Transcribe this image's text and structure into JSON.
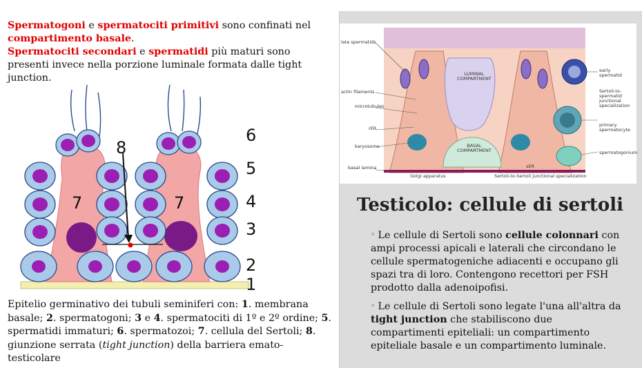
{
  "intro": {
    "p1": [
      {
        "text": "Spermatogoni",
        "style": "red"
      },
      {
        "text": " e ",
        "style": "plain"
      },
      {
        "text": "spermatociti primitivi",
        "style": "red"
      },
      {
        "text": " sono confinati nel ",
        "style": "plain"
      },
      {
        "text": "compartimento basale",
        "style": "red"
      },
      {
        "text": ".",
        "style": "plain"
      }
    ],
    "p2": [
      {
        "text": "Spermatociti secondari",
        "style": "red"
      },
      {
        "text": " e ",
        "style": "plain"
      },
      {
        "text": "spermatidi",
        "style": "red"
      },
      {
        "text": " più maturi sono presenti invece nella porzione luminale formata dalle tight junction.",
        "style": "plain"
      }
    ]
  },
  "diagram": {
    "labels": {
      "n1": "1",
      "n2": "2",
      "n3": "3",
      "n4": "4",
      "n5": "5",
      "n6": "6",
      "n7a": "7",
      "n7b": "7",
      "n8": "8"
    }
  },
  "caption": [
    {
      "text": "Epitelio germinativo dei tubuli seminiferi con: ",
      "style": "plain"
    },
    {
      "text": "1",
      "style": "bold"
    },
    {
      "text": ". membrana basale; ",
      "style": "plain"
    },
    {
      "text": "2",
      "style": "bold"
    },
    {
      "text": ". spermatogoni; ",
      "style": "plain"
    },
    {
      "text": "3",
      "style": "bold"
    },
    {
      "text": " e ",
      "style": "plain"
    },
    {
      "text": "4",
      "style": "bold"
    },
    {
      "text": ". spermatociti di 1º e 2º ordine; ",
      "style": "plain"
    },
    {
      "text": "5",
      "style": "bold"
    },
    {
      "text": ". spermatidi immaturi; ",
      "style": "plain"
    },
    {
      "text": "6",
      "style": "bold"
    },
    {
      "text": ". spermatozoi; ",
      "style": "plain"
    },
    {
      "text": "7",
      "style": "bold"
    },
    {
      "text": ". cellula del Sertoli; ",
      "style": "plain"
    },
    {
      "text": "8",
      "style": "bold"
    },
    {
      "text": ". giunzione serrata (",
      "style": "plain"
    },
    {
      "text": "tight junction",
      "style": "italic"
    },
    {
      "text": ") della barriera emato-testicolare",
      "style": "plain"
    }
  ],
  "photo": {
    "labels": {
      "late_spermatids": "late spermatids",
      "actin_filaments": "actin filaments",
      "microtubules": "microtubules",
      "rer": "rER",
      "karyosome": "karyosome",
      "basal_lamina": "basal lamina",
      "golgi": "Golgi apparatus",
      "luminal": "LUMINAL\nCOMPARTMENT",
      "basal": "BASAL\nCOMPARTMENT",
      "ser": "sER",
      "junctional": "Sertoli-to-Sertoli junctional specialization",
      "early_spermatid": "early\nspermatid",
      "sertoli_spermatid": "Sertoli-to-spermatid\njunctional\nspecialization",
      "primary_spermatocyte": "primary\nspermatocyte",
      "spermatogonium": "spermatogonium"
    }
  },
  "title": "Testicolo: cellule di sertoli",
  "bullets": [
    {
      "mark": "◦",
      "parts": [
        {
          "text": "Le cellule di Sertoli sono ",
          "style": "plain"
        },
        {
          "text": "cellule colonnari",
          "style": "bold"
        },
        {
          "text": " con ampi processi apicali e laterali che circondano le cellule spermatogeniche adiacenti e occupano gli spazi tra di loro. Contengono recettori per FSH prodotto dalla adenoipofisi.",
          "style": "plain"
        }
      ]
    },
    {
      "mark": "◦",
      "parts": [
        {
          "text": "Le cellule di Sertoli sono legate l'una all'altra da ",
          "style": "plain"
        },
        {
          "text": "tight junction",
          "style": "bold"
        },
        {
          "text": " che stabiliscono due compartimenti epiteliali: un compartimento epiteliale basale e un compartimento luminale.",
          "style": "plain"
        }
      ]
    }
  ],
  "colors": {
    "highlight": "#e00000",
    "sertoli": "#f3a6a6",
    "cell_fill": "#a9cbe9",
    "nucleus": "#9b1fb2",
    "sertoli_nucleus": "#7a1a86",
    "basal_membrane": "#f3efb0",
    "panel_bg": "#dcdcdc"
  }
}
